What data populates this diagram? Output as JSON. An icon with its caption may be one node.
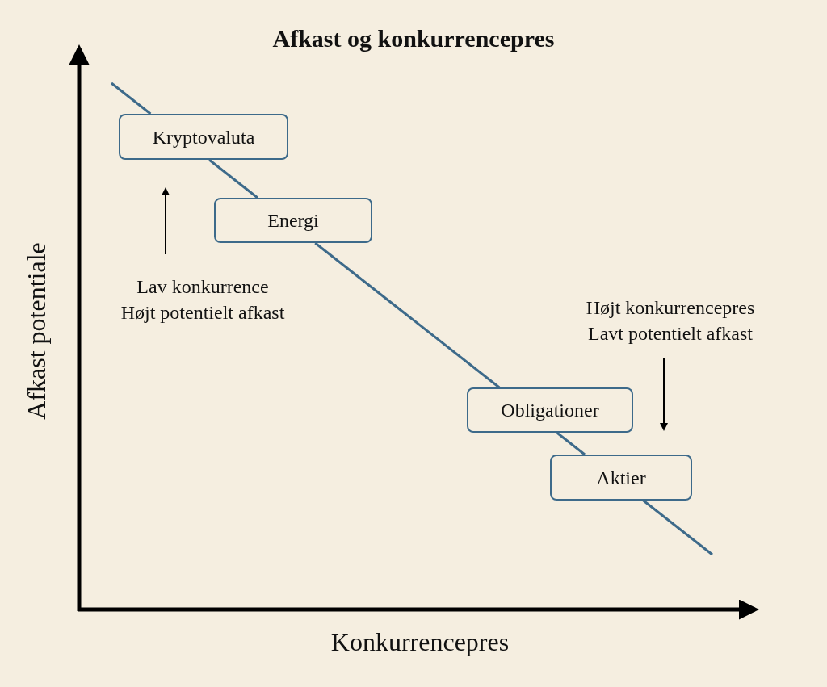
{
  "diagram": {
    "title": "Afkast og konkurrencepres",
    "nodes": [
      {
        "text": [
          "Kryptovaluta"
        ]
      },
      {
        "text": [
          "Energi"
        ]
      },
      {
        "text": [
          "Obligationer"
        ]
      },
      {
        "text": [
          "Aktier"
        ]
      }
    ],
    "edges": [
      {
        "from": null,
        "to": 0,
        "arrow": "none"
      },
      {
        "from": 0,
        "to": 1,
        "arrow": "none"
      },
      {
        "from": 1,
        "to": 2,
        "arrow": "none"
      },
      {
        "from": 2,
        "to": 3,
        "arrow": "none"
      },
      {
        "from": 3,
        "to": null,
        "arrow": "none"
      }
    ],
    "labels": [
      "Afkast potentiale",
      "Lav konkurrence",
      "Højt potentielt afkast",
      "Højt konkurrencepres",
      "Lavt potentielt afkast",
      "Konkurrencepres"
    ]
  }
}
